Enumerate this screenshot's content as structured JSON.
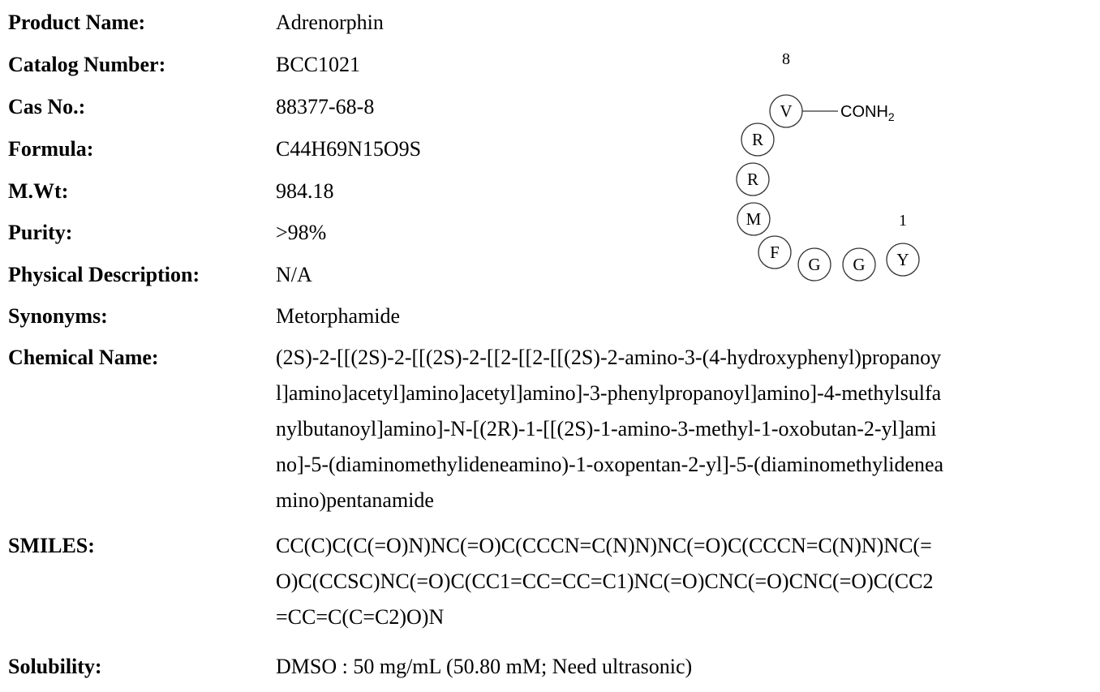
{
  "fields": {
    "product_name": {
      "label": "Product Name:",
      "value": "Adrenorphin"
    },
    "catalog_number": {
      "label": "Catalog Number:",
      "value": "BCC1021"
    },
    "cas_no": {
      "label": "Cas No.:",
      "value": "88377-68-8"
    },
    "formula": {
      "label": "Formula:",
      "value": "C44H69N15O9S"
    },
    "mwt": {
      "label": "M.Wt:",
      "value": "984.18"
    },
    "purity": {
      "label": "Purity:",
      "value": ">98%"
    },
    "physical_description": {
      "label": "Physical Description:",
      "value": "N/A"
    },
    "synonyms": {
      "label": "Synonyms:",
      "value": "Metorphamide"
    },
    "chemical_name": {
      "label": "Chemical Name:",
      "lines": [
        "(2S)-2-[[(2S)-2-[[(2S)-2-[[2-[[2-[[(2S)-2-amino-3-(4-hydroxyphenyl)propanoy",
        "l]amino]acetyl]amino]acetyl]amino]-3-phenylpropanoyl]amino]-4-methylsulfa",
        "nylbutanoyl]amino]-N-[(2R)-1-[[(2S)-1-amino-3-methyl-1-oxobutan-2-yl]ami",
        "no]-5-(diaminomethylideneamino)-1-oxopentan-2-yl]-5-(diaminomethylidenea",
        "mino)pentanamide"
      ]
    },
    "smiles": {
      "label": "SMILES:",
      "lines": [
        "CC(C)C(C(=O)N)NC(=O)C(CCCN=C(N)N)NC(=O)C(CCCN=C(N)N)NC(=",
        "O)C(CCSC)NC(=O)C(CC1=CC=CC=C1)NC(=O)CNC(=O)CNC(=O)C(CC2",
        "=CC=C(C=C2)O)N"
      ]
    },
    "solubility": {
      "label": "Solubility:",
      "value": "DMSO : 50 mg/mL (50.80 mM; Need ultrasonic)"
    }
  },
  "structure": {
    "residues": [
      "V",
      "R",
      "R",
      "M",
      "F",
      "G",
      "G",
      "Y"
    ],
    "position_first": "1",
    "position_last": "8",
    "terminal_group": "CONH",
    "terminal_subscript": "2"
  }
}
